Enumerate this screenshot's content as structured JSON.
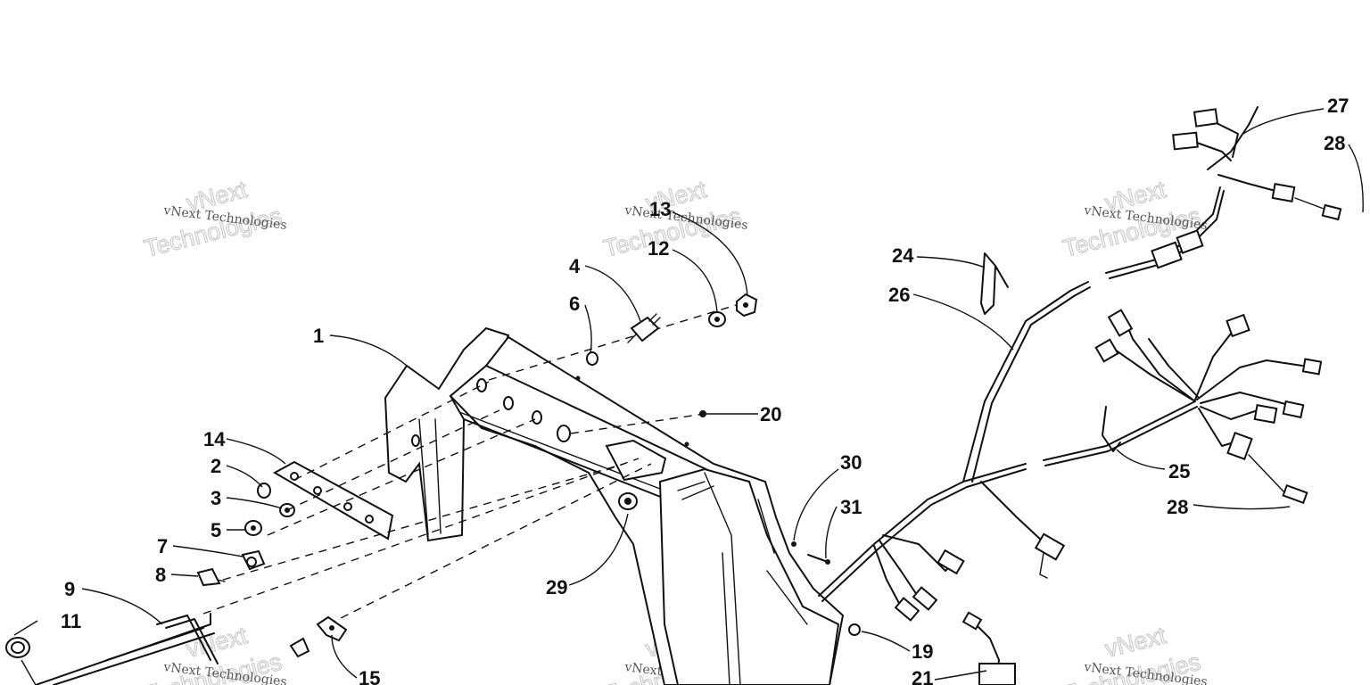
{
  "diagram": {
    "callouts": [
      {
        "n": "1"
      },
      {
        "n": "2"
      },
      {
        "n": "3"
      },
      {
        "n": "4"
      },
      {
        "n": "5"
      },
      {
        "n": "6"
      },
      {
        "n": "7"
      },
      {
        "n": "8"
      },
      {
        "n": "9"
      },
      {
        "n": "11"
      },
      {
        "n": "12"
      },
      {
        "n": "13"
      },
      {
        "n": "14"
      },
      {
        "n": "15"
      },
      {
        "n": "19"
      },
      {
        "n": "20"
      },
      {
        "n": "21"
      },
      {
        "n": "24"
      },
      {
        "n": "25"
      },
      {
        "n": "26"
      },
      {
        "n": "27"
      },
      {
        "n": "28"
      },
      {
        "n": "28"
      },
      {
        "n": "29"
      },
      {
        "n": "30"
      },
      {
        "n": "31"
      }
    ],
    "watermark": {
      "line1": "vNext",
      "line2": "vNext Technologies",
      "line3": "Technologies"
    }
  }
}
